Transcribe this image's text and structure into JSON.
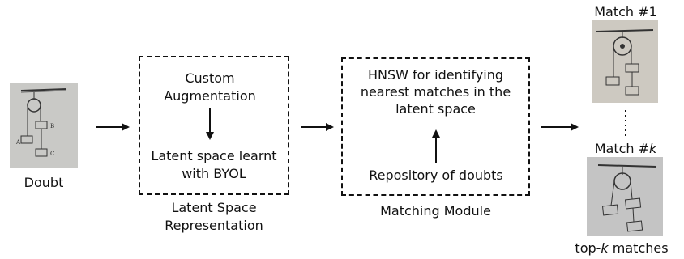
{
  "input": {
    "caption": "Doubt"
  },
  "representation_box": {
    "step1": "Custom Augmentation",
    "step2": "Latent space learnt with BYOL",
    "caption": "Latent Space Representation"
  },
  "matching_box": {
    "step1": "HNSW for identifying nearest matches in the latent space",
    "step2": "Repository of doubts",
    "caption": "Matching Module"
  },
  "output": {
    "first_label": "Match #1",
    "last_label_prefix": "Match #",
    "last_label_var": "k",
    "caption_prefix": "top-",
    "caption_var": "k",
    "caption_suffix": " matches"
  },
  "photo_labels": {
    "a": "A",
    "b": "B",
    "c": "C"
  }
}
